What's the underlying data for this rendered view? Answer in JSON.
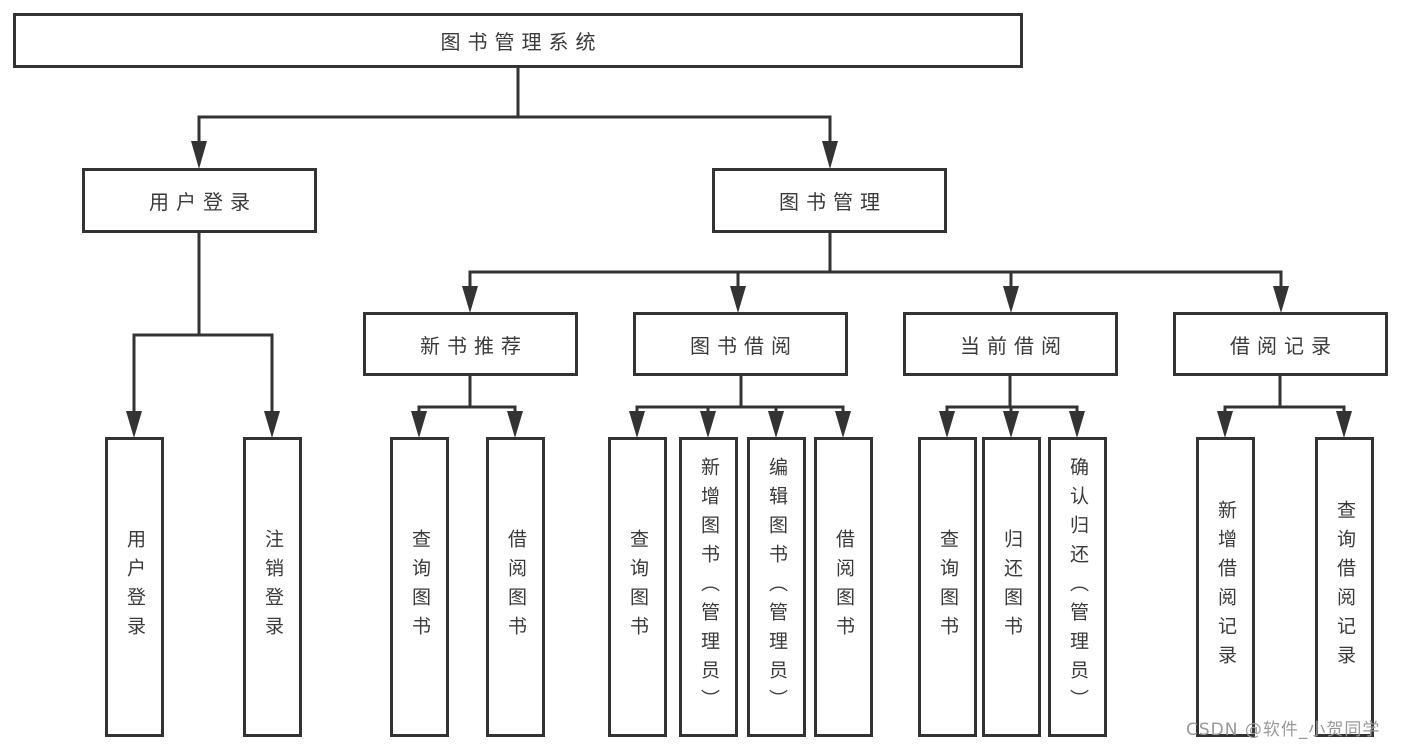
{
  "tree": {
    "label": "图书管理系统",
    "children": [
      {
        "label": "用户登录",
        "children": [
          {
            "label": "用户登录"
          },
          {
            "label": "注销登录"
          }
        ]
      },
      {
        "label": "图书管理",
        "children": [
          {
            "label": "新书推荐",
            "children": [
              {
                "label": "查询图书"
              },
              {
                "label": "借阅图书"
              }
            ]
          },
          {
            "label": "图书借阅",
            "children": [
              {
                "label": "查询图书"
              },
              {
                "label": "新增图书（管理员）"
              },
              {
                "label": "编辑图书（管理员）"
              },
              {
                "label": "借阅图书"
              }
            ]
          },
          {
            "label": "当前借阅",
            "children": [
              {
                "label": "查询图书"
              },
              {
                "label": "归还图书"
              },
              {
                "label": "确认归还（管理员）"
              }
            ]
          },
          {
            "label": "借阅记录",
            "children": [
              {
                "label": "新增借阅记录"
              },
              {
                "label": "查询借阅记录"
              }
            ]
          }
        ]
      }
    ]
  },
  "watermark": "CSDN @软件_小贺同学",
  "colors": {
    "line": "#333333",
    "text": "#3a3a3a",
    "watermark": "#999999",
    "background": "#ffffff"
  }
}
